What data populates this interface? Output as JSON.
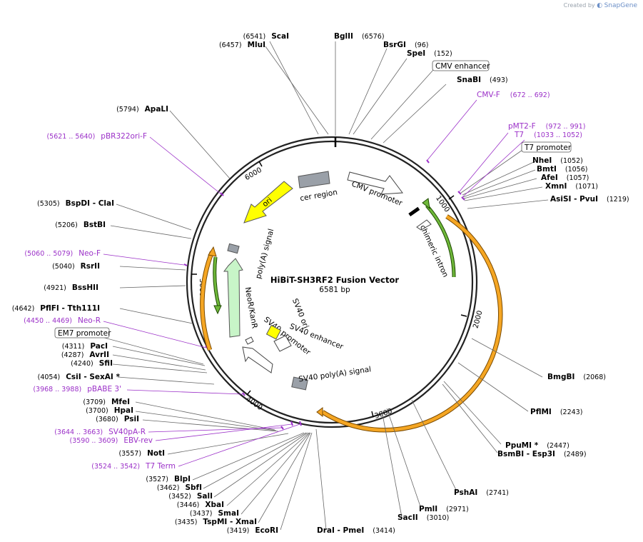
{
  "watermark": {
    "prefix": "Created by",
    "brand": "SnapGene"
  },
  "plasmid": {
    "name": "HiBiT-SH3RF2 Fusion Vector",
    "size": "6581 bp"
  },
  "ticks": [
    "1000",
    "2000",
    "3000",
    "4000",
    "5000",
    "6000"
  ],
  "enzymes_right": [
    {
      "pos": "(6576)",
      "name": "BglII"
    },
    {
      "pos": "(96)",
      "name": "BsrGI"
    },
    {
      "pos": "(152)",
      "name": "SpeI"
    },
    {
      "pos": "(493)",
      "name": "SnaBI"
    },
    {
      "pos": "(1052)",
      "name": "NheI"
    },
    {
      "pos": "(1056)",
      "name": "BmtI"
    },
    {
      "pos": "(1057)",
      "name": "AfeI"
    },
    {
      "pos": "(1071)",
      "name": "XmnI"
    },
    {
      "pos": "(1219)",
      "name": "AsiSI - PvuI"
    },
    {
      "pos": "(2068)",
      "name": "BmgBI"
    },
    {
      "pos": "(2243)",
      "name": "PflMI"
    },
    {
      "pos": "(2447)",
      "name": "PpuMI *"
    },
    {
      "pos": "(2489)",
      "name": "BsmBI - Esp3I"
    },
    {
      "pos": "(2741)",
      "name": "PshAI"
    },
    {
      "pos": "(2971)",
      "name": "PmlI"
    },
    {
      "pos": "(3010)",
      "name": "SacII"
    },
    {
      "pos": "(3414)",
      "name": "DraI - PmeI"
    }
  ],
  "enzymes_left": [
    {
      "pos": "(6541)",
      "name": "ScaI"
    },
    {
      "pos": "(6457)",
      "name": "MluI"
    },
    {
      "pos": "(5794)",
      "name": "ApaLI"
    },
    {
      "pos": "(5305)",
      "name": "BspDI - ClaI"
    },
    {
      "pos": "(5206)",
      "name": "BstBI"
    },
    {
      "pos": "(5040)",
      "name": "RsrII"
    },
    {
      "pos": "(4921)",
      "name": "BssHII"
    },
    {
      "pos": "(4642)",
      "name": "PflFI - Tth111I"
    },
    {
      "pos": "(4311)",
      "name": "PacI"
    },
    {
      "pos": "(4287)",
      "name": "AvrII"
    },
    {
      "pos": "(4240)",
      "name": "SfiI"
    },
    {
      "pos": "(4054)",
      "name": "CsiI - SexAI *"
    },
    {
      "pos": "(3709)",
      "name": "MfeI"
    },
    {
      "pos": "(3700)",
      "name": "HpaI"
    },
    {
      "pos": "(3680)",
      "name": "PsiI"
    },
    {
      "pos": "(3557)",
      "name": "NotI"
    },
    {
      "pos": "(3527)",
      "name": "BlpI"
    },
    {
      "pos": "(3462)",
      "name": "SbfI"
    },
    {
      "pos": "(3452)",
      "name": "SalI"
    },
    {
      "pos": "(3446)",
      "name": "XbaI"
    },
    {
      "pos": "(3437)",
      "name": "SmaI"
    },
    {
      "pos": "(3435)",
      "name": "TspMI - XmaI"
    },
    {
      "pos": "(3419)",
      "name": "EcoRI"
    }
  ],
  "primers": [
    {
      "name": "CMV-F",
      "range": "(672 .. 692)"
    },
    {
      "name": "pMT2-F",
      "range": "(972 .. 991)"
    },
    {
      "name": "T7",
      "range": "(1033 .. 1052)"
    },
    {
      "name": "pBR322ori-F",
      "range": "(5621 .. 5640)"
    },
    {
      "name": "Neo-F",
      "range": "(5060 .. 5079)"
    },
    {
      "name": "Neo-R",
      "range": "(4450 .. 4469)"
    },
    {
      "name": "pBABE 3'",
      "range": "(3968 .. 3988)"
    },
    {
      "name": "SV40pA-R",
      "range": "(3644 .. 3663)"
    },
    {
      "name": "EBV-rev",
      "range": "(3590 .. 3609)"
    },
    {
      "name": "T7 Term",
      "range": "(3524 .. 3542)"
    }
  ],
  "boxed_labels": [
    "CMV enhancer",
    "T7 promoter",
    "EM7 promoter"
  ],
  "features": [
    "cer region",
    "CMV promoter",
    "chimeric intron",
    "ori",
    "poly(A) signal",
    "NeoR/KanR",
    "SV40 ori",
    "SV40 enhancer",
    "SV40 promoter",
    "SV40 poly(A) signal"
  ],
  "colors": {
    "primer": "#9b30c8",
    "ori": "#ffff00",
    "neo": "#c8f5c8",
    "orf": "#f5a623",
    "green_arrow": "#6fb83a",
    "grey_box": "#9aa0a8"
  }
}
